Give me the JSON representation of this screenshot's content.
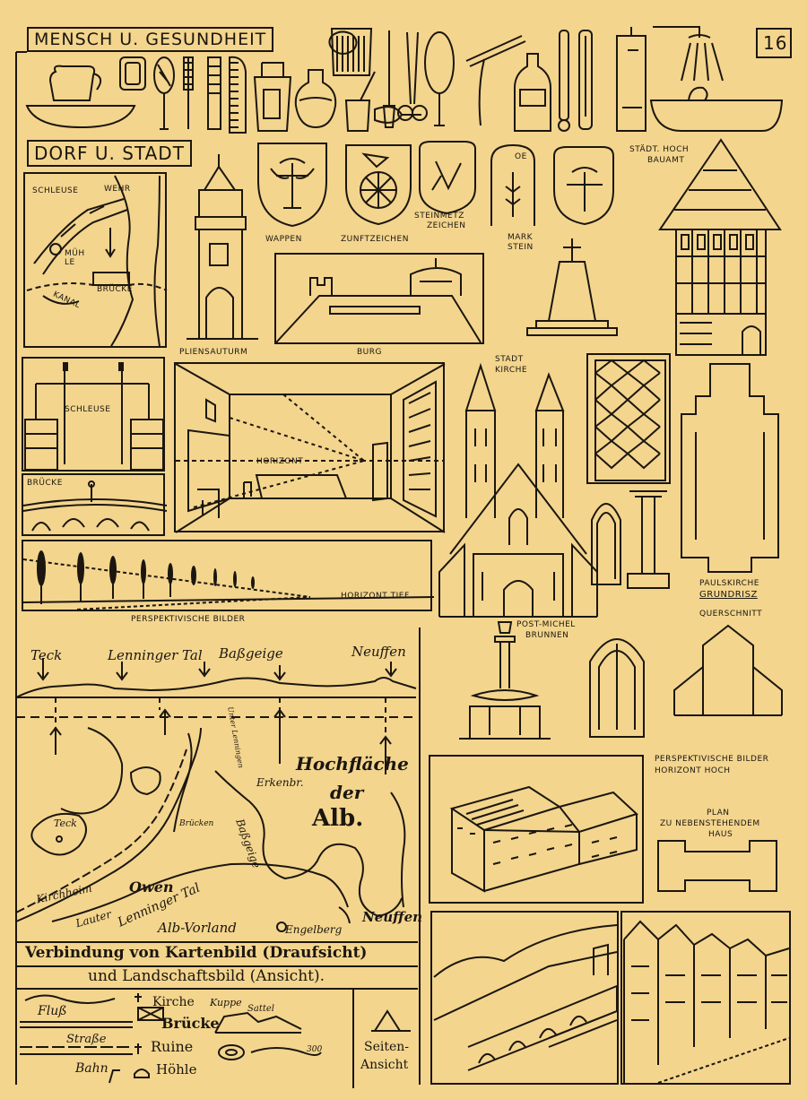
{
  "page_number": "16",
  "sections": {
    "health": {
      "title": "MENSCH U. GESUNDHEIT"
    },
    "village": {
      "title": "DORF U. STADT"
    }
  },
  "labels": {
    "schleuse_map": "SCHLEUSE",
    "wehr": "WEHR",
    "muehle": "MÜH LE",
    "bruecke_map": "BRÜCKE",
    "kanal": "KANAL",
    "pliensauturm": "PLIENSAUTURM",
    "wappen": "WAPPEN",
    "zunftzeichen": "ZUNFTZEICHEN",
    "steinmetzzeichen_1": "STEINMETZ",
    "steinmetzzeichen_2": "ZEICHEN",
    "markstein_1": "MARK",
    "markstein_2": "STEIN",
    "hochbauamt_1": "STÄDT. HOCH",
    "hochbauamt_2": "BAUAMT",
    "burg": "BURG",
    "schleuse": "SCHLEUSE",
    "bruecke": "BRÜCKE",
    "horizont": "HORIZONT",
    "stadtkirche_1": "STADT",
    "stadtkirche_2": "KIRCHE",
    "horizont_tief": "HORIZONT TIEF",
    "perspektivische_bilder": "PERSPEKTIVISCHE BILDER",
    "paulskirche_1": "PAULSKIRCHE",
    "paulskirche_2": "GRUNDRISZ",
    "paulskirche_3": "QUERSCHNITT",
    "postmichel_1": "POST-MICHEL",
    "postmichel_2": "BRUNNEN",
    "persp_hoch_1": "PERSPEKTIVISCHE BILDER",
    "persp_hoch_2": "HORIZONT HOCH",
    "plan_1": "PLAN",
    "plan_2": "ZU NEBENSTEHENDEM",
    "plan_3": "HAUS"
  },
  "map": {
    "peaks": [
      "Teck",
      "Lenninger Tal",
      "Baßgeige",
      "Neuffen"
    ],
    "hochflaeche": "Hochfläche",
    "der": "der",
    "alb": "Alb.",
    "erkenbr": "Erkenbr.",
    "teck": "Teck",
    "kirchheim": "Kirchheim",
    "owen": "Owen",
    "lenninger_tal": "Lenninger Tal",
    "lauter": "Lauter",
    "alb_vorland": "Alb-Vorland",
    "engelberg": "Engelberg",
    "neuffen": "Neuffen",
    "bruecken": "Brücken",
    "bassgeige": "Baßgeige",
    "unter_lenningen": "Unter Lenningen"
  },
  "caption": {
    "line1": "Verbindung von Kartenbild (Draufsicht)",
    "line2": "und Landschaftsbild (Ansicht)."
  },
  "legend": {
    "fluss": "Fluß",
    "strasse": "Straße",
    "bahn": "Bahn",
    "kirche": "Kirche",
    "bruecke": "Brücke",
    "ruine": "Ruine",
    "hoehle": "Höhle",
    "kuppe": "Kuppe",
    "sattel": "Sattel",
    "seitenansicht_1": "Seiten-",
    "seitenansicht_2": "Ansicht",
    "alt_300": "300"
  }
}
